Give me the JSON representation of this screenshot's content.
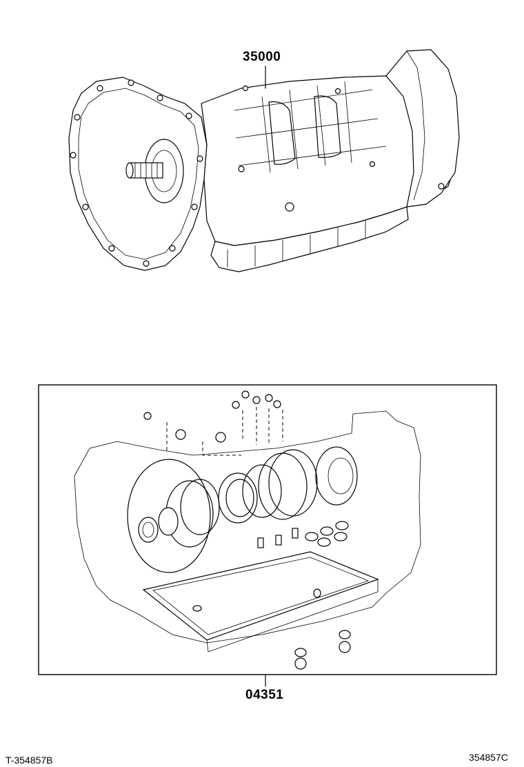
{
  "parts": {
    "transmission_assembly": {
      "number": "35000"
    },
    "overhaul_gasket_kit": {
      "number": "04351"
    }
  },
  "footer": {
    "left_code": "T-354857B",
    "right_code": "354857C"
  }
}
